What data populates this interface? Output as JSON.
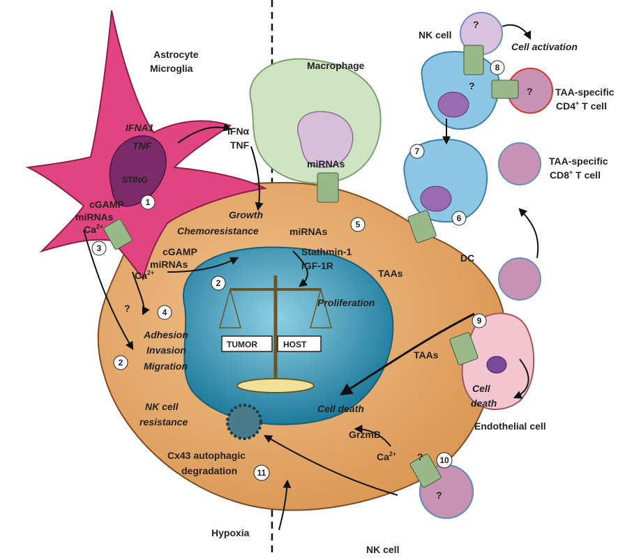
{
  "cells": {
    "astrocyte": "Astrocyte",
    "microglia": "Microglia",
    "macrophage": "Macrophage",
    "nk_cell_top": "NK cell",
    "nk_cell_bottom": "NK cell",
    "dc": "DC",
    "endothelial": "Endothelial cell",
    "cd4_line1": "TAA-specific",
    "cd4_line2": "CD4",
    "cd4_sup": "+",
    "cd4_line3": " T cell",
    "cd8_line1": "TAA-specific",
    "cd8_line2": "CD8",
    "cd8_sup": "+",
    "cd8_line3": " T cell"
  },
  "labels": {
    "ifna1": "IFNA1",
    "tnf_italic": "TNF",
    "ifna": "IFNα",
    "tnf": "TNF",
    "sting": "STING",
    "cgamp_left": "cGAMP",
    "mirnas_left": "miRNAs",
    "ca_left": "Ca",
    "ca_sup": "2+",
    "cgamp_mid": "cGAMP",
    "mirnas_mid": "miRNAs",
    "ca_mid": "Ca",
    "mirnas_macro": "miRNAs",
    "mirnas_tumor": "miRNAs",
    "growth": "Growth",
    "chemoresistance": "Chemoresistance",
    "stathmin": "Stathmin-1",
    "igf1r": "IGF-1R",
    "proliferation": "Proliferation",
    "adhesion": "Adhesion",
    "invasion": "Invasion",
    "migration": "Migration",
    "nk_resistance_1": "NK cell",
    "nk_resistance_2": "resistance",
    "cx43_1": "Cx43 autophagic",
    "cx43_2": "degradation",
    "hypoxia": "Hypoxia",
    "cell_death_tumor": "Cell death",
    "grzmb": "GrzmB",
    "ca_bottom": "Ca",
    "taas_dc": "TAAs",
    "taas_endo": "TAAs",
    "cell_activation": "Cell activation",
    "cell_death_endo_1": "Cell",
    "cell_death_endo_2": "death",
    "tumor": "TUMOR",
    "host": "HOST",
    "q": "?"
  },
  "steps": [
    "1",
    "2",
    "3",
    "4",
    "5",
    "6",
    "7",
    "8",
    "9",
    "10",
    "11"
  ],
  "colors": {
    "astrocyte": "#e0457f",
    "tumor_cell": "#e2a66b",
    "nucleus": "#2f8fae",
    "macrophage": "#cfe4c2",
    "dc": "#8cc8e6",
    "t_cell": "#c792b4",
    "endothelial": "#f3c6cf",
    "connexin": "#6c8f6a"
  }
}
